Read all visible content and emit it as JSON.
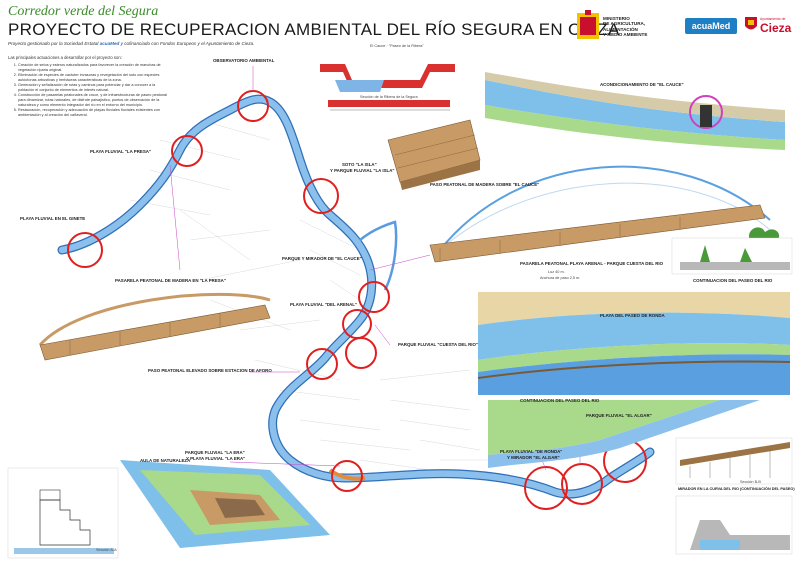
{
  "header": {
    "script_title": "Corredor verde del Segura",
    "main_title": "PROYECTO DE RECUPERACION AMBIENTAL DEL RÍO SEGURA EN CIEZA",
    "subtitle_prefix": "Proyecto gestionado por la Sociedad Estatal",
    "subtitle_brand": "acuaMed",
    "subtitle_suffix": "y cofinanciado con Fondos Europeos y el Ayuntamiento de Cieza."
  },
  "intro": {
    "lead": "Las principales actuaciones a desarrollar por el proyecto son:",
    "items": [
      "Creación de setos y esteros naturalizados para favorecer la creación de manchas de vegetación riparia original.",
      "Eliminación de especies de carácter invasoras y revegetación del soto con especies autóctonas arbustivas y herbáceas características de la zona.",
      "Generación y señalización de rutas y caminos para potenciar y dar a conocer a la población el conjunto de elementos de interés natural.",
      "Construcción de pasarelas peatonales de cruce, y de infraestructuras de paseo peatonal para dinamizar, rutas naturales, de disfrute paisajístico, puntos de observación de la naturaleza y como elemento integrador del río en el entorno del municipio.",
      "Restauración, recuperación y adecuación de playas fluviales fluviales existentes con ambientación y al creación del cañaveral."
    ]
  },
  "logos": {
    "ministry_line1": "MINISTERIO",
    "ministry_line2": "DE AGRICULTURA, ALIMENTACIÓN",
    "ministry_line3": "Y MEDIO AMBIENTE",
    "acuamed": "acuaMed",
    "city_small": "Ayuntamiento de",
    "city": "Cieza"
  },
  "map_labels": {
    "observatorio": "OBSERVATORIO AMBIENTAL",
    "playa_presa": "PLAYA FLUVIAL \"LA PRESA\"",
    "playa_ginete": "PLAYA FLUVIAL EN EL GINETE",
    "soto_isla": "SOTO \"LA ISLA\"",
    "parque_isla": "Y PARQUE FLUVIAL \"LA ISLA\"",
    "pasarela_presa": "PASARELA PEATONAL DE MADERA EN \"LA PRESA\"",
    "mirador_cauce": "PARQUE Y MIRADOR DE \"EL CAUCE\"",
    "playa_arenal": "PLAYA FLUVIAL \"DEL ARENAL\"",
    "parque_cuesta": "PARQUE FLUVIAL \"CUESTA DEL RIO\"",
    "paso_aforo": "PASO PEATONAL ELEVADO SOBRE ESTACION DE AFORO",
    "aula": "AULA DE NATURALEZA",
    "parque_era_1": "PARQUE FLUVIAL \"LA ERA\"",
    "parque_era_2": "Y PLAYA FLUVIAL \"LA ERA\"",
    "parque_ronda_1": "PLAYA FLUVIAL \"DE RONDA\"",
    "parque_ronda_2": "Y MIRADOR \"EL ALGAR\"",
    "parque_algar": "PARQUE FLUVIAL \"EL ALGAR\""
  },
  "panel_labels": {
    "acondicionamiento": "ACONDICIONAMIENTO DE \"EL CAUCE\"",
    "paso_madera": "PASO PEATONAL DE MADERA SOBRE \"EL CAUCE\"",
    "pasarela_arenal": "PASARELA PEATONAL PLAYA ARENAL - PARQUE CUESTA DEL RIO",
    "luz": "Luz 40 m.",
    "anchura": "Anchura de paso 2,5 m.",
    "continuacion": "CONTINUACION DEL PASEO DEL RIO",
    "playa_ronda": "PLAYA DEL PASEO DE RONDA",
    "continuacion2": "CONTINUACION DEL PASEO DEL RIO",
    "mirador_curva": "MIRADOR EN LA CURVA DEL RIO (CONTINUACIÓN DEL PASEO)",
    "section_a": "Sección A-A",
    "section_b": "Sección B-B",
    "el_cauce_title": "El Cauce · \"Paseo de la Ribera\"",
    "sec_ribera": "Sección de la Ribera de la Segura"
  },
  "colors": {
    "river": "#7fb4e6",
    "river_edge": "#2f6fb8",
    "highlight": "#e02020",
    "magenta": "#d040c0",
    "wood": "#c89a66",
    "green": "#3a8a2a",
    "sand": "#e9d6a6"
  }
}
